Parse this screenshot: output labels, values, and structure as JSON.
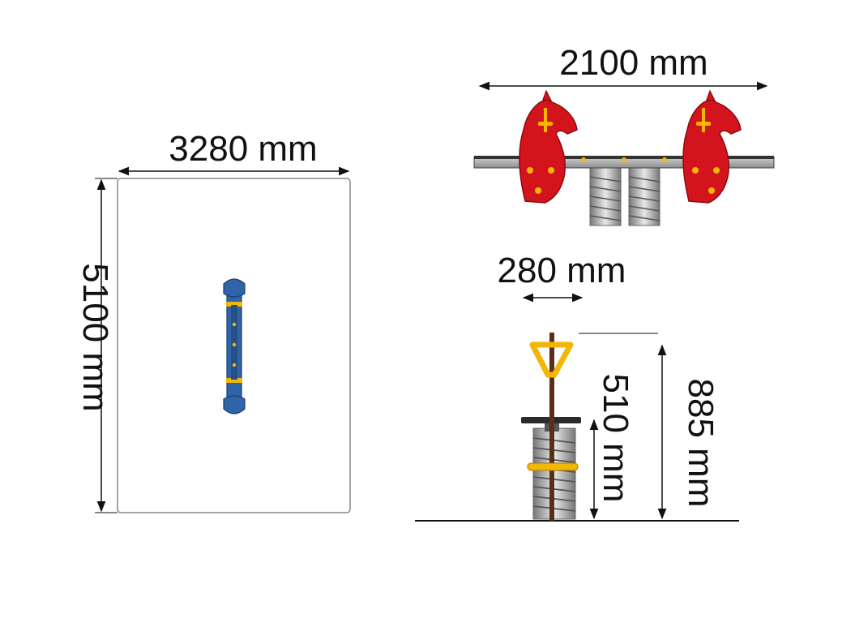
{
  "dimensions": {
    "area_width": "3280 mm",
    "area_length": "5100 mm",
    "product_width": "2100 mm",
    "seat_depth": "280 mm",
    "seat_height": "510 mm",
    "total_height": "885 mm"
  },
  "colors": {
    "horse_red": "#d4141c",
    "handle_yellow": "#f2b705",
    "footprint_blue": "#2f64a8",
    "spring_gray": "#9a9a9a",
    "seat_dark": "#2b2b2b",
    "line": "#111111"
  }
}
